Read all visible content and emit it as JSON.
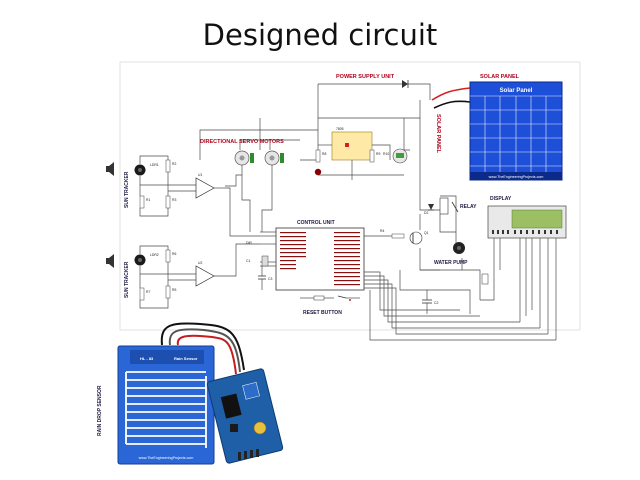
{
  "slide": {
    "title": "Designed circuit"
  },
  "labels": {
    "power_supply_unit": "POWER SUPPLY UNIT",
    "solar_panel_heading": "SOLAR PANEL",
    "solar_panel_box": "Solar Panel",
    "solar_panel_url": "www.TheEngineeringProjects.com",
    "solar_panel_vertical": "SOLAR PANEL",
    "directional_servo_motors": "DIRECTIONAL SERVO MOTORS",
    "control_unit": "CONTROL UNIT",
    "display": "DISPLAY",
    "water_pump": "WATER PUMP",
    "reset_button": "RESET BUTTON",
    "relay": "RELAY",
    "rain_sensor_board": "Rain Sensor",
    "rain_sensor_model": "HL - 83",
    "rain_sensor_url": "www.TheEngineeringProjects.com",
    "rain_drop_sensor_vertical": "RAIN DROP SENSOR",
    "sun_tracker_1": "SUN TRACKER",
    "sun_tracker_2": "SUN TRACKER"
  },
  "components": {
    "ldr1": "LDR1",
    "ldr2": "LDR2",
    "r1": "R1",
    "r2": "R2",
    "r3": "R3",
    "r4": "R4",
    "r5": "R5",
    "r6": "R6",
    "r7": "R7",
    "r8": "R8",
    "r9": "R9",
    "r10": "R10",
    "u1": "U1",
    "u2": "U2",
    "q1": "Q1",
    "c1": "C1",
    "c2": "C2",
    "c3": "C3",
    "d2": "D2",
    "regulator": "7805",
    "kohm": "1k",
    "dir_label": "DIR"
  },
  "colors": {
    "label_red": "#b3001b",
    "solar_blue": "#1d4fd8",
    "rain_blue": "#2a66d6",
    "module_blue": "#1f5fa8",
    "lcd_green": "#9dbf64"
  },
  "icons": [
    "speaker-icon",
    "ldr-sensor-icon",
    "servo-motor-icon",
    "water-pump-icon",
    "lcd-display-icon",
    "microcontroller-chip-icon",
    "voltage-regulator-icon",
    "meter-icon"
  ]
}
